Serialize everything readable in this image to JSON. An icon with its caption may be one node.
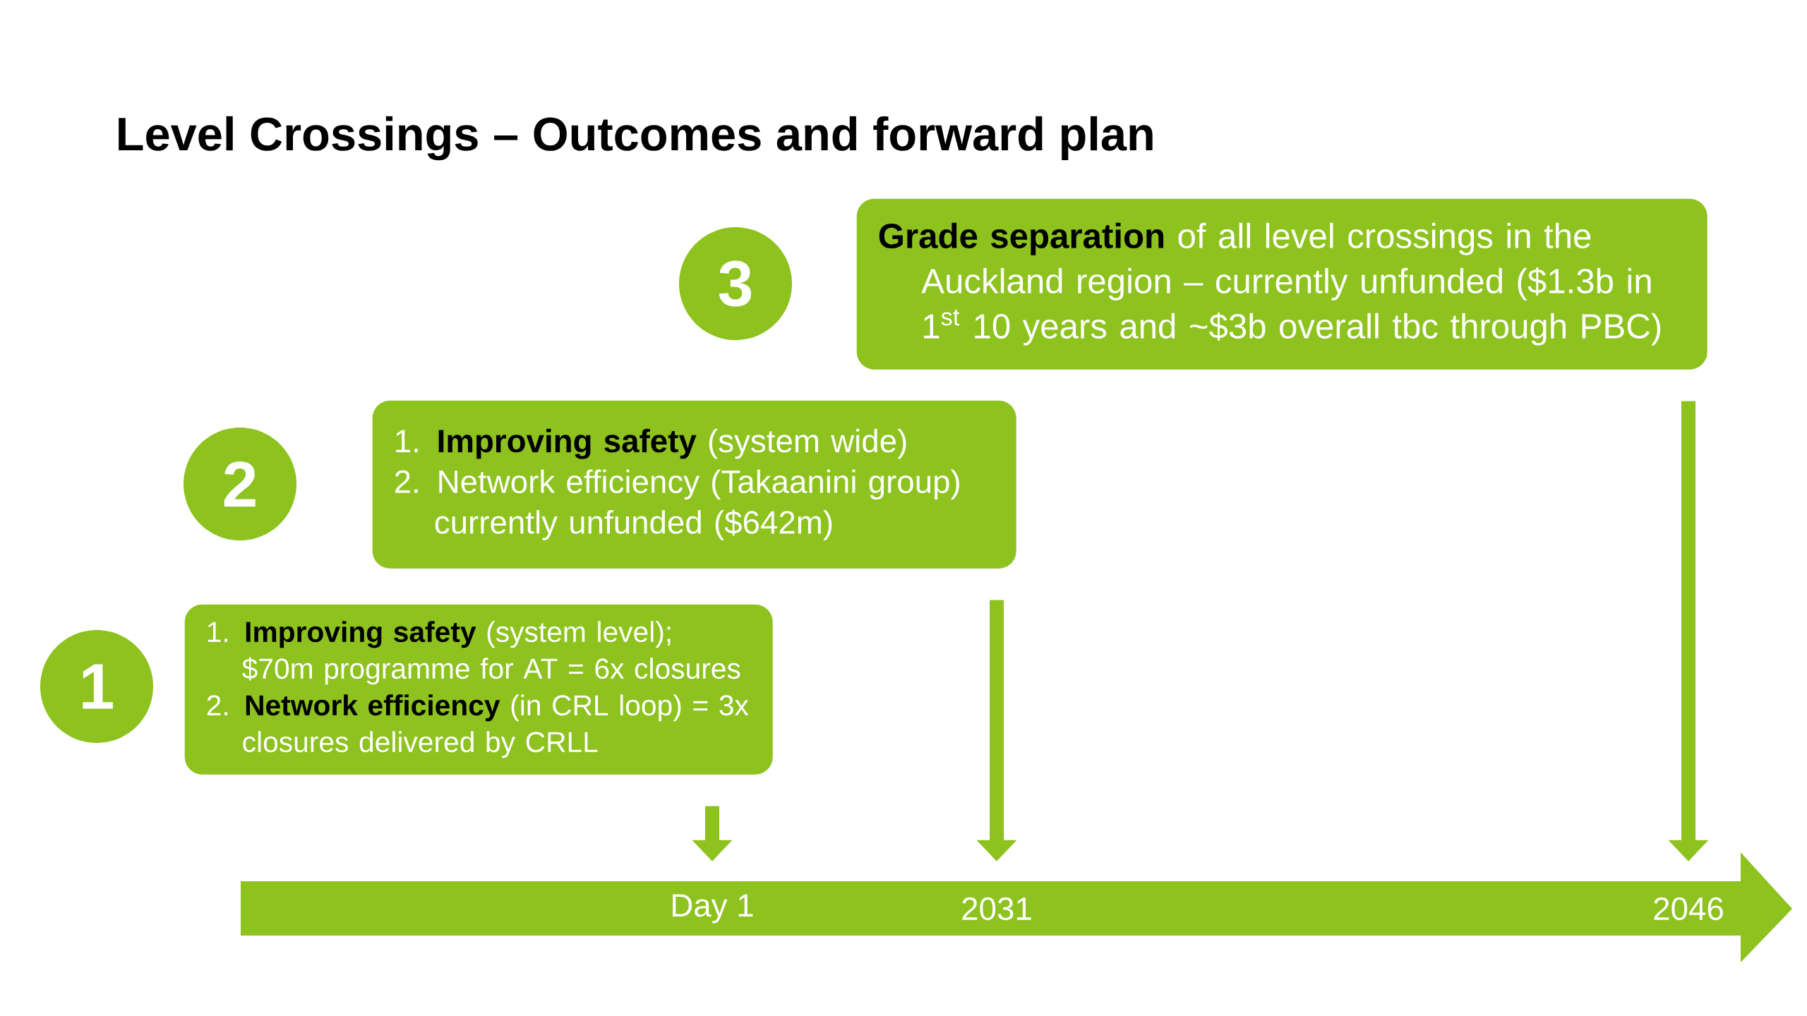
{
  "diagram": {
    "title": "Level Crossings – Outcomes and forward plan",
    "nodes": [
      {
        "text": [
          "3"
        ]
      },
      {
        "text": [
          "**Grade separation** of all level crossings in the Auckland region – currently unfunded ($1.3b in 1$^{st}$ 10 years and ~$3b overall tbc through PBC)"
        ]
      },
      {
        "text": [
          "2"
        ]
      },
      {
        "text": [
          "1. **Improving safety** (system wide)",
          "2. Network efficiency (Takaanini group) currently unfunded ($642m)"
        ]
      },
      {
        "text": [
          "1"
        ]
      },
      {
        "text": [
          "1. **Improving safety** (system level); $70m programme for AT = 6x closures",
          "2. **Network efficiency** (in CRL loop) = 3x closures delivered by CRLL"
        ]
      },
      {
        "text": [
          "Day 1"
        ]
      },
      {
        "text": [
          "2031"
        ]
      },
      {
        "text": [
          "2046"
        ]
      }
    ],
    "edges": [
      {
        "from": 5,
        "to": 6,
        "arrow": "to"
      },
      {
        "from": 3,
        "to": 7,
        "arrow": "to"
      },
      {
        "from": 1,
        "to": 8,
        "arrow": "to"
      }
    ]
  }
}
